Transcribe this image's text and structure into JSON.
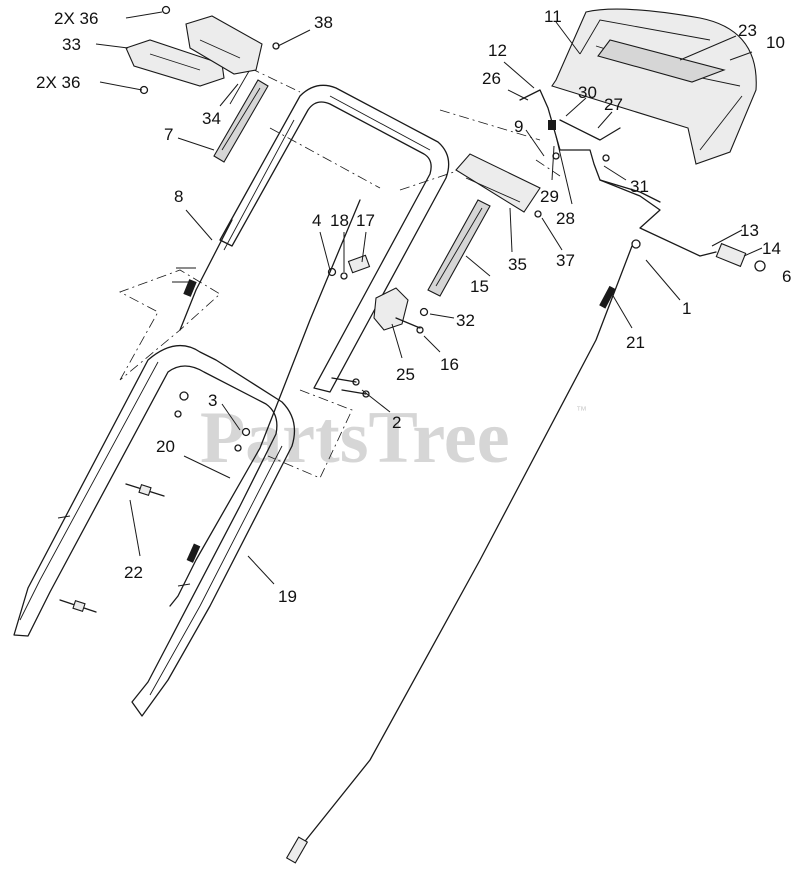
{
  "watermark": {
    "text": "PartsTree",
    "mark": "™"
  },
  "callouts": {
    "c36a": "2X 36",
    "c36b": "2X 36",
    "c33": "33",
    "c38": "38",
    "c34": "34",
    "c7": "7",
    "c8": "8",
    "c11": "11",
    "c23": "23",
    "c10": "10",
    "c12": "12",
    "c26": "26",
    "c30": "30",
    "c27": "27",
    "c9": "9",
    "c29": "29",
    "c28": "28",
    "c31": "31",
    "c4": "4",
    "c18": "18",
    "c17": "17",
    "c37": "37",
    "c35": "35",
    "c15": "15",
    "c13": "13",
    "c14": "14",
    "c6": "6",
    "c1": "1",
    "c32": "32",
    "c21": "21",
    "c16": "16",
    "c25": "25",
    "c2": "2",
    "c3": "3",
    "c20": "20",
    "c22": "22",
    "c19": "19"
  }
}
